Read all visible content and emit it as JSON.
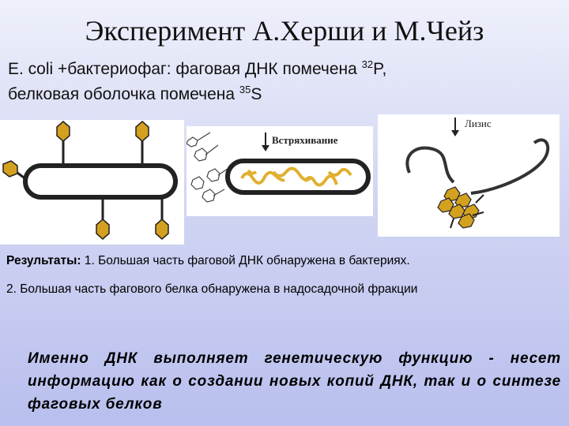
{
  "title": "Эксперимент А.Херши и М.Чейз",
  "intro": {
    "line1_text": "E. coli +бактериофаг: фаговая ДНК помечена ",
    "line1_isotope_mass": "32",
    "line1_isotope_symbol": "P,",
    "line2_text": "белковая оболочка помечена ",
    "line2_isotope_mass": "35",
    "line2_isotope_symbol": "S"
  },
  "panels": {
    "shaking_label": "Встряхивание",
    "lysis_label": "Лизис"
  },
  "results": {
    "label": "Результаты:",
    "item1": " 1. Большая часть фаговой ДНК обнаружена в бактериях.",
    "item2": "2. Большая часть фагового белка обнаружена в надосадочной фракции"
  },
  "conclusion": "Именно ДНК выполняет генетическую функцию - несет информацию как о создании новых копий ДНК, так и о синтезе фаговых белков",
  "colors": {
    "phage_head": "#d4a020",
    "dna": "#e0b030",
    "outline": "#222222"
  }
}
